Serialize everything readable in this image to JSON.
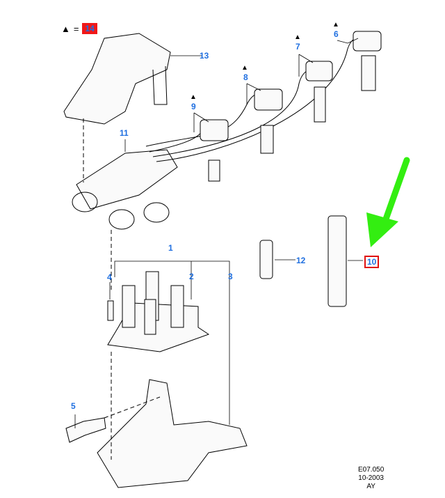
{
  "legend": {
    "symbol": "▲",
    "equals": "=",
    "ref": "14"
  },
  "callouts": {
    "c13": "13",
    "c6": "6",
    "c7": "7",
    "c8": "8",
    "c9": "9",
    "c11": "11",
    "c1": "1",
    "c2": "2",
    "c3": "3",
    "c4": "4",
    "c5": "5",
    "c12": "12",
    "c10": "10"
  },
  "triangle": "▲",
  "reference": {
    "code": "E07.050",
    "date": "10-2003",
    "rev": "AY"
  },
  "colors": {
    "callout": "#1f6fe0",
    "highlight": "#e01010",
    "arrow": "#33ee11"
  }
}
